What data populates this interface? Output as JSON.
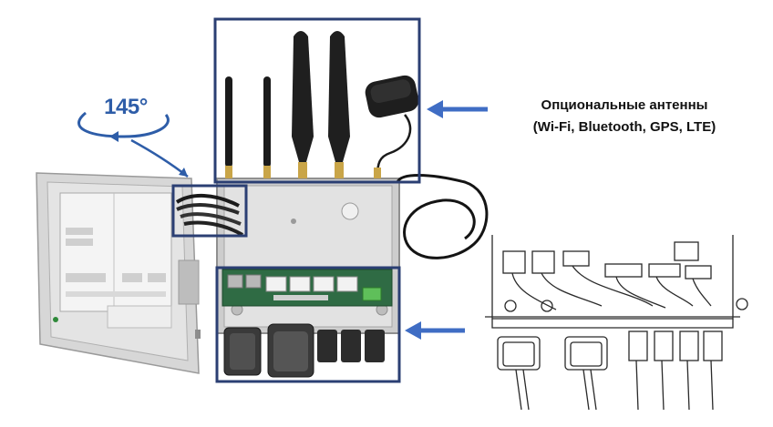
{
  "rotation_label": "145°",
  "caption": {
    "line1": "Опциональные антенны",
    "line2": "(Wi-Fi, Bluetooth, GPS, LTE)"
  },
  "colors": {
    "frame": "#2b3f73",
    "arrow": "#3f6dc4",
    "rotation_arrow": "#2e5da8",
    "enclosure": "#c9c9c9",
    "antenna": "#1b1b1b",
    "pcb": "#2f6b44"
  }
}
